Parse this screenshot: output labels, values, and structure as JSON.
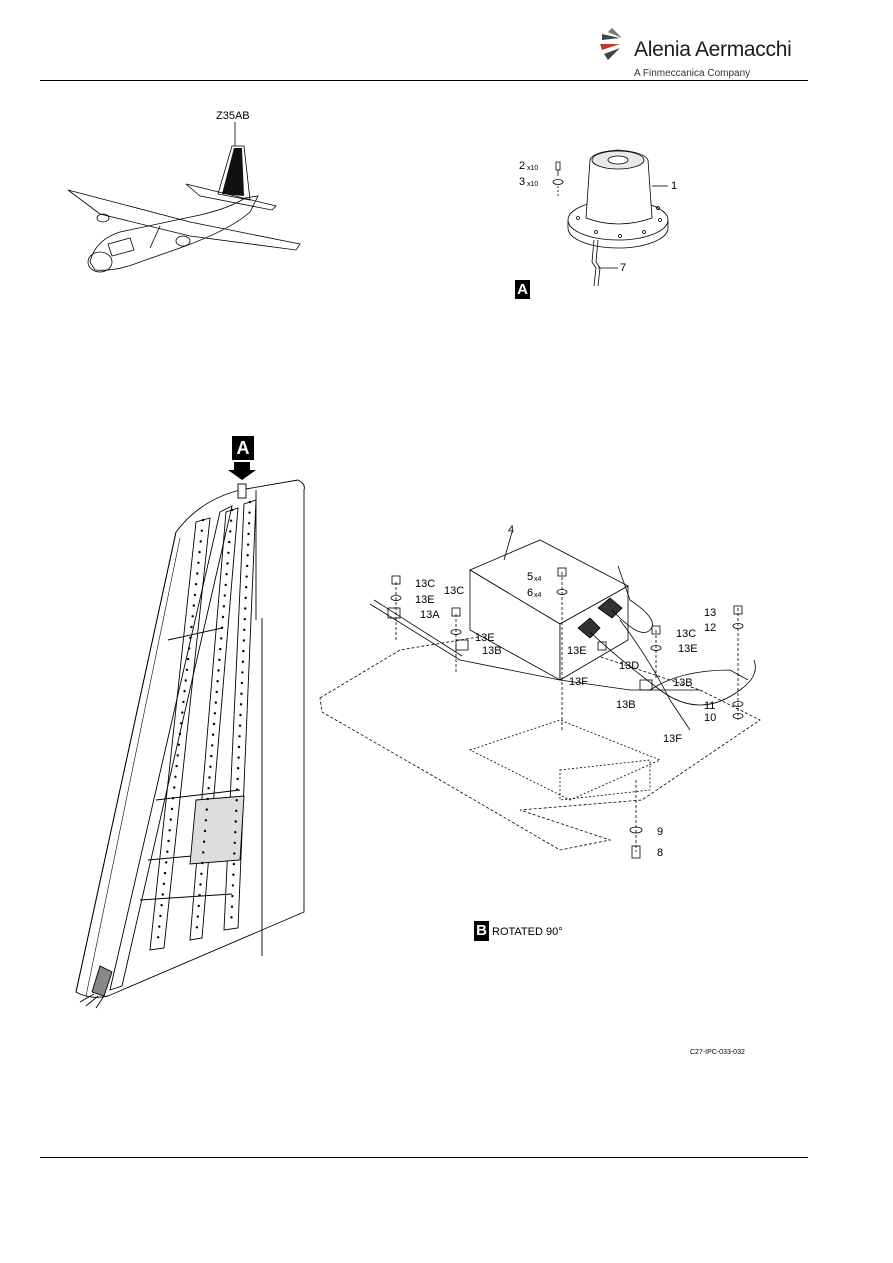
{
  "header": {
    "company": "Alenia Aermacchi",
    "subtitle": "A Finmeccanica Company"
  },
  "locator": {
    "zone": "Z35AB"
  },
  "detail_a": {
    "badge": "A",
    "callouts": [
      "1",
      "2",
      "x10",
      "3",
      "x10",
      "7"
    ]
  },
  "main_view": {
    "badge_a": "A",
    "badge_b": "B"
  },
  "detail_b": {
    "badge": "B",
    "caption": "ROTATED 90°",
    "callouts": {
      "c4": "4",
      "c5": "5",
      "c5q": "x4",
      "c6": "6",
      "c6q": "x4",
      "c13c_a": "13C",
      "c13e_a": "13E",
      "c13a": "13A",
      "c13c_b": "13C",
      "c13e_b": "13E",
      "c13b_a": "13B",
      "c13e_c": "13E",
      "c13d": "13D",
      "c13f_a": "13F",
      "c13b_b": "13B",
      "c13": "13",
      "c12": "12",
      "c13c_c": "13C",
      "c13e_d": "13E",
      "c13b_c": "13B",
      "c11": "11",
      "c10": "10",
      "c13f_b": "13F",
      "c9": "9",
      "c8": "8"
    }
  },
  "figure_id": "C27-IPC-033-032"
}
